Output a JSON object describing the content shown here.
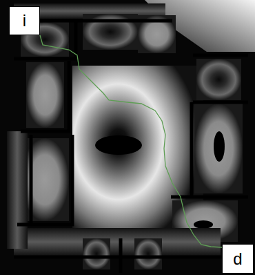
{
  "diagram": {
    "nodes": [
      {
        "text": [
          "i"
        ]
      },
      {
        "text": [
          "d"
        ]
      }
    ],
    "edges": [
      {
        "from": 0,
        "to": 1,
        "arrow": "none"
      }
    ]
  }
}
